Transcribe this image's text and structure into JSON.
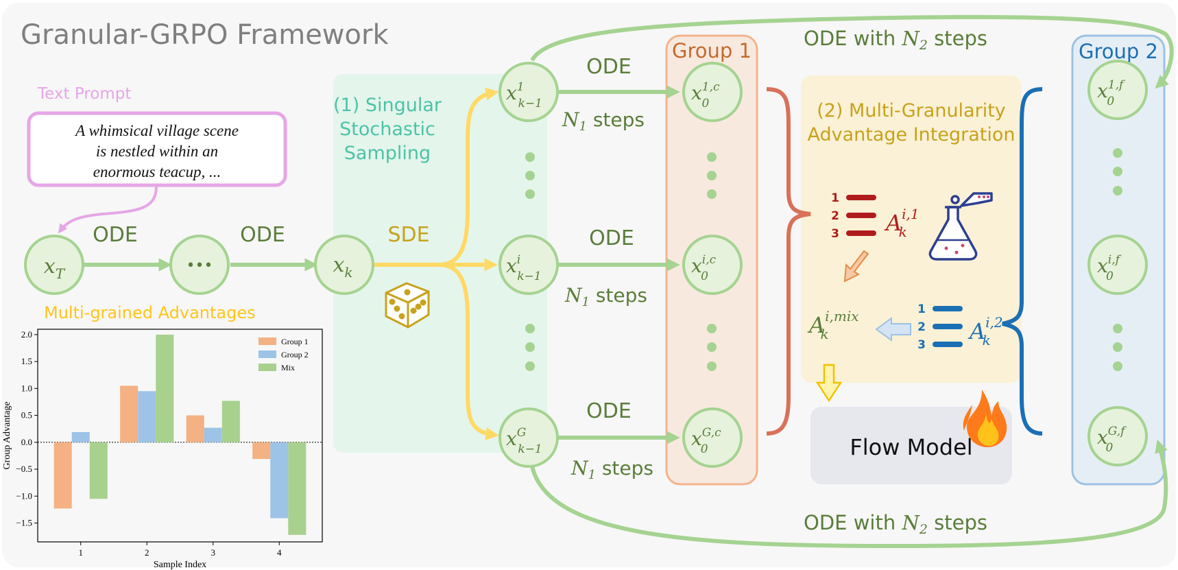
{
  "title": "Granular-GRPO Framework",
  "text_prompt": {
    "label": "Text Prompt",
    "lines": [
      "A whimsical village scene",
      "is nestled within an",
      "enormous teacup, ..."
    ]
  },
  "chain": {
    "xT": "x",
    "xT_sub": "T",
    "ellipsis": "•••",
    "xk": "x",
    "xk_sub": "k",
    "ode1": "ODE",
    "ode2": "ODE",
    "sde": "SDE"
  },
  "stage1": {
    "lines": [
      "(1) Singular",
      "Stochastic",
      "Sampling"
    ]
  },
  "branches": [
    {
      "sup": "1",
      "sub": "k−1",
      "ode": "ODE",
      "n_label": "N",
      "n_sub": "1",
      "steps": " steps",
      "out_sup": "1,c",
      "out_sub": "0"
    },
    {
      "sup": "i",
      "sub": "k−1",
      "ode": "ODE",
      "n_label": "N",
      "n_sub": "1",
      "steps": " steps",
      "out_sup": "i,c",
      "out_sub": "0"
    },
    {
      "sup": "G",
      "sub": "k−1",
      "ode": "ODE",
      "n_label": "N",
      "n_sub": "1",
      "steps": " steps",
      "out_sup": "G,c",
      "out_sub": "0"
    }
  ],
  "group1": {
    "label": "Group 1"
  },
  "group2": {
    "label": "Group 2",
    "nodes": [
      {
        "sup": "1,f",
        "sub": "0"
      },
      {
        "sup": "i,f",
        "sub": "0"
      },
      {
        "sup": "G,f",
        "sub": "0"
      }
    ]
  },
  "long_arcs": {
    "top_prefix": "ODE with ",
    "top_n": "N",
    "top_sub": "2",
    "top_suffix": " steps",
    "bottom_prefix": "ODE with ",
    "bottom_n": "N",
    "bottom_sub": "2",
    "bottom_suffix": " steps"
  },
  "stage2": {
    "lines": [
      "(2) Multi-Granularity",
      "Advantage Integration"
    ],
    "a1": {
      "base": "A",
      "sub": "k",
      "sup": "i,1"
    },
    "a2": {
      "base": "A",
      "sub": "k",
      "sup": "i,2"
    },
    "amix": {
      "base": "A",
      "sub": "k",
      "sup": "i,mix"
    },
    "rank_digits": [
      "1",
      "2",
      "3"
    ]
  },
  "flow_model": {
    "label": "Flow Model"
  },
  "advantages_label": "Multi-grained  Advantages",
  "colors": {
    "green": "#a5d391",
    "green_dark": "#5a7d3a",
    "node_fill": "#e6f2dc",
    "yellow": "#ffd966",
    "orange": "#d98a3a",
    "blue": "#1a6fb5",
    "red": "#b01c1c",
    "pink": "#e5a6e6",
    "teal": "#4cc3a6",
    "gold": "#c7a21c"
  },
  "chart_data": {
    "type": "bar",
    "categories": [
      "1",
      "2",
      "3",
      "4"
    ],
    "series": [
      {
        "name": "Group 1",
        "values": [
          -1.23,
          1.05,
          0.5,
          -0.31
        ],
        "color": "#f4b183"
      },
      {
        "name": "Group 2",
        "values": [
          0.19,
          0.95,
          0.27,
          -1.41
        ],
        "color": "#9dc3e6"
      },
      {
        "name": "Mix",
        "values": [
          -1.05,
          2.0,
          0.77,
          -1.72
        ],
        "color": "#a9d18e"
      }
    ],
    "xlabel": "Sample Index",
    "ylabel": "Group Advantage",
    "ylim": [
      -1.85,
      2.1
    ],
    "yticks": [
      -1.5,
      -1.0,
      -0.5,
      0.0,
      0.5,
      1.0,
      1.5,
      2.0
    ],
    "ytick_labels": [
      "−1.5",
      "−1.0",
      "−0.5",
      "0.0",
      "0.5",
      "1.0",
      "1.5",
      "2.0"
    ],
    "legend_position": "top-right",
    "zero_line": true,
    "grid": false
  }
}
